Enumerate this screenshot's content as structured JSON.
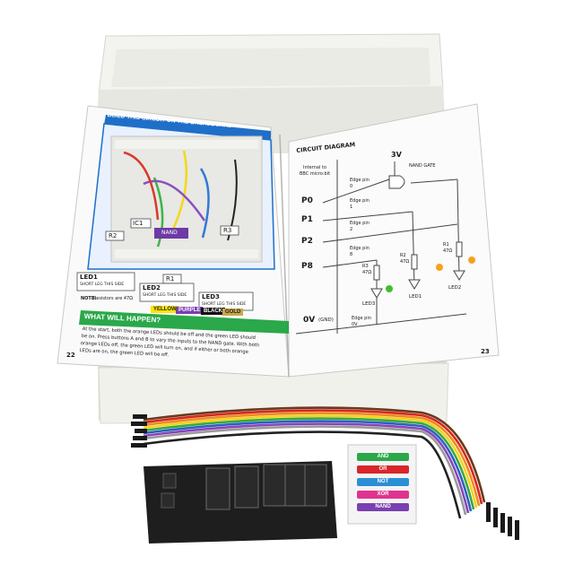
{
  "left_page": {
    "header": "BUILD THIS CIRCUIT ON THE BREADBOARD",
    "labels": {
      "ic1": "IC1",
      "nand": "NAND",
      "r2": "R2",
      "r3": "R3",
      "r1": "R1"
    },
    "led_boxes": [
      {
        "name": "LED1",
        "note": "SHORT LEG THIS SIDE"
      },
      {
        "name": "LED2",
        "note": "SHORT LEG THIS SIDE"
      },
      {
        "name": "LED3",
        "note": "SHORT LEG THIS SIDE"
      }
    ],
    "note_label": "NOTE:",
    "note_text": "Resistors are 47Ω",
    "color_chips": [
      "YELLOW",
      "PURPLE",
      "BLACK",
      "GOLD"
    ],
    "section_title": "WHAT WILL HAPPEN?",
    "paragraph": [
      "At the start, both the orange LEDs should be off and the green LED should",
      "be on. Press buttons A and B to vary the inputs to the NAND gate. With both",
      "orange LEDs off, the green LED will turn on, and if either or both orange",
      "LEDs are on, the green LED will be off."
    ],
    "page_number": "22"
  },
  "right_page": {
    "title": "CIRCUIT DIAGRAM",
    "internal_label": [
      "Internal to",
      "BBC micro:bit"
    ],
    "supply": "3V",
    "gate": "NAND GATE",
    "pins": [
      "P0",
      "P1",
      "P2",
      "P8"
    ],
    "edge_pins": [
      [
        "Edge pin",
        "0"
      ],
      [
        "Edge pin",
        "1"
      ],
      [
        "Edge pin",
        "2"
      ],
      [
        "Edge pin",
        "8"
      ]
    ],
    "resistors": [
      [
        "R3",
        "47Ω"
      ],
      [
        "R2",
        "47Ω"
      ],
      [
        "R1",
        "47Ω"
      ]
    ],
    "leds": [
      "LED3",
      "LED1",
      "LED2"
    ],
    "ground": "0V",
    "ground_note": "(GND)",
    "ground_edge": [
      "Edge pin",
      "0V"
    ],
    "page_number": "23"
  },
  "label_sheet": [
    "AND",
    "OR",
    "NOT",
    "XOR",
    "NAND"
  ],
  "colors": {
    "book_blue": "#1f6fc8",
    "section_green": "#2aa84a",
    "box_white": "#f4f4f0",
    "foam_black": "#1e1e1e",
    "led_green": "#3fbf2f",
    "led_orange": "#f5a21e",
    "chip_yellow": "#ffe300",
    "chip_purple": "#7a3fb0",
    "chip_gold": "#c9a74a"
  }
}
